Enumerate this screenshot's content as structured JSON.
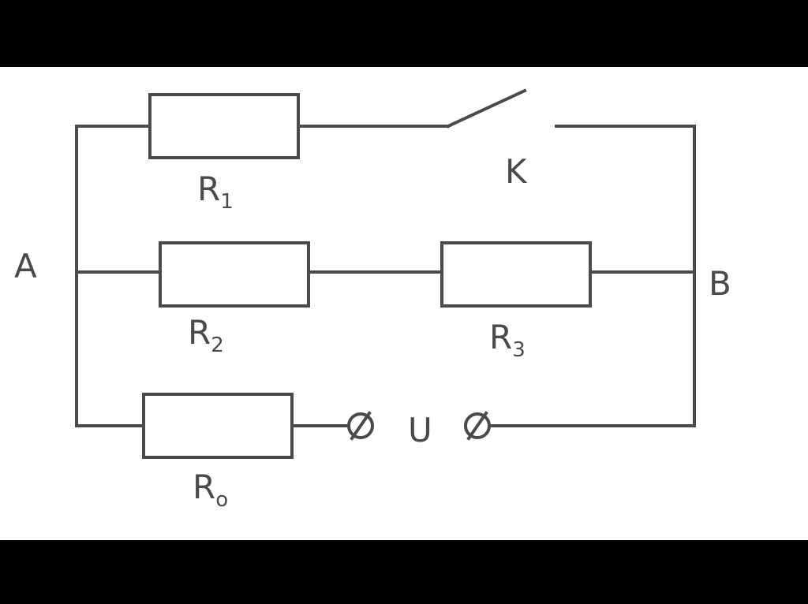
{
  "colors": {
    "background": "#000000",
    "paper": "#ffffff",
    "line": "#4a4a4a"
  },
  "nodes": {
    "a": "A",
    "b": "B"
  },
  "components": {
    "r1": {
      "letter": "R",
      "index": "1"
    },
    "r2": {
      "letter": "R",
      "index": "2"
    },
    "r3": {
      "letter": "R",
      "index": "3"
    },
    "r0": {
      "letter": "R",
      "index": "o"
    },
    "switch": "K",
    "source": "U"
  }
}
